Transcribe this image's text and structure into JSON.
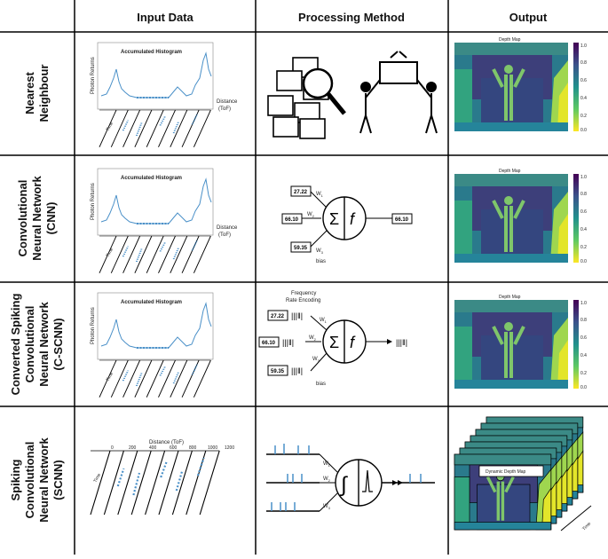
{
  "headers": [
    "Input Data",
    "Processing Method",
    "Output"
  ],
  "rows": [
    {
      "label": [
        "Nearest",
        "Neighbour"
      ]
    },
    {
      "label": [
        "Convolutional",
        "Neural Network",
        "(CNN)"
      ]
    },
    {
      "label": [
        "Converted Spiking",
        "Convolutional",
        "Neural Network",
        "(C-SCNN)"
      ]
    },
    {
      "label": [
        "Spiking",
        "Convolutional",
        "Neural Network",
        "(SCNN)"
      ]
    }
  ],
  "input": {
    "hist_title": "Accumulated Histogram",
    "ylabel": "Photon Returns",
    "xlabel": [
      "Distance",
      "(ToF)"
    ],
    "time": "Time",
    "scnn_distance": "Distance (ToF)",
    "scnn_ticks": [
      "0",
      "200",
      "400",
      "600",
      "800",
      "1000",
      "1200"
    ]
  },
  "processing": {
    "weights": [
      "W",
      "W",
      "W"
    ],
    "subs": [
      "1",
      "2",
      "3"
    ],
    "bias": "bias",
    "cnn_inputs": [
      "27.22",
      "66.10",
      "59.35"
    ],
    "cnn_output": "66.10",
    "freq_label": [
      "Frequency",
      "Rate Encoding"
    ],
    "sigma": "Σ",
    "f": "f"
  },
  "output": {
    "depth_title": "Depth Map",
    "colorbar_ticks": [
      "1.0",
      "0.8",
      "0.6",
      "0.4",
      "0.2",
      "0.0"
    ],
    "dynamic_title": "Dynamic Depth Map",
    "time": "Time"
  },
  "colors": {
    "accent": "#4a90c8",
    "grid": "#000000"
  }
}
